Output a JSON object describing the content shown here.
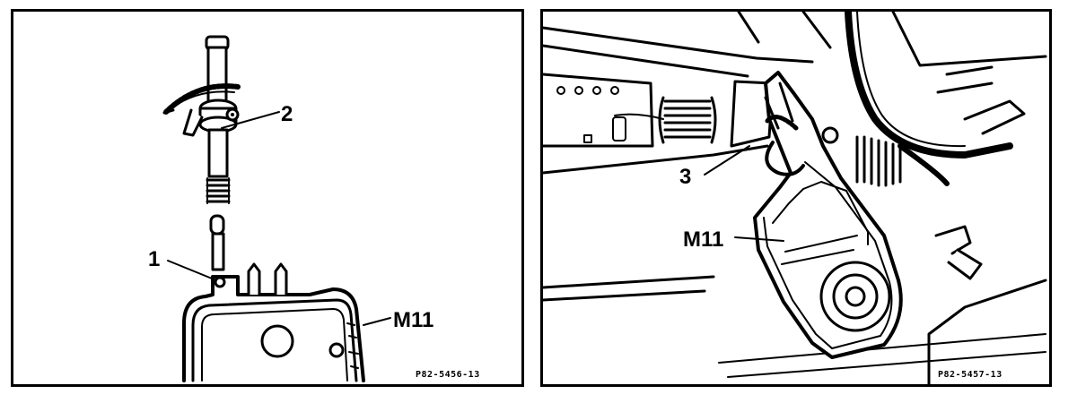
{
  "left_panel": {
    "callouts": {
      "c1": "1",
      "c2": "2",
      "c3": "M11"
    },
    "figure_id": "P82-5456-13"
  },
  "right_panel": {
    "callouts": {
      "c1": "3",
      "c2": "M11"
    },
    "figure_id": "P82-5457-13"
  }
}
